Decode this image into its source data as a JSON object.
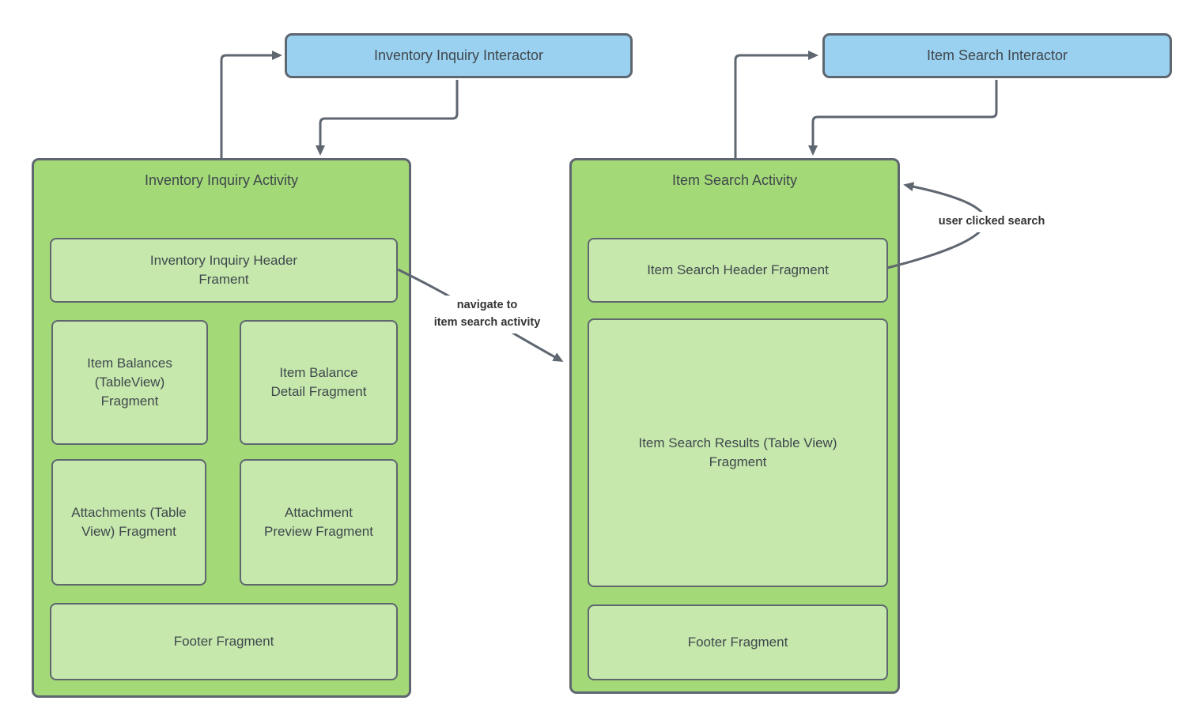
{
  "diagram": {
    "interactors": [
      {
        "id": "inventory-inquiry-interactor",
        "label": "Inventory Inquiry Interactor"
      },
      {
        "id": "item-search-interactor",
        "label": "Item Search Interactor"
      }
    ],
    "activities": [
      {
        "id": "inventory-inquiry-activity",
        "title": "Inventory Inquiry Activity",
        "fragments": [
          {
            "id": "inventory-inquiry-header-fragment",
            "label": "Inventory Inquiry Header\nFrament"
          },
          {
            "id": "item-balances-tableview-fragment",
            "label": "Item Balances\n(TableView)\nFragment"
          },
          {
            "id": "item-balance-detail-fragment",
            "label": "Item Balance\nDetail Fragment"
          },
          {
            "id": "attachments-table-view-fragment",
            "label": "Attachments (Table\nView) Fragment"
          },
          {
            "id": "attachment-preview-fragment",
            "label": "Attachment\nPreview Fragment"
          },
          {
            "id": "footer-fragment-left",
            "label": "Footer Fragment"
          }
        ]
      },
      {
        "id": "item-search-activity",
        "title": "Item Search Activity",
        "fragments": [
          {
            "id": "item-search-header-fragment",
            "label": "Item Search Header Fragment"
          },
          {
            "id": "item-search-results-fragment",
            "label": "Item Search Results (Table View)\nFragment"
          },
          {
            "id": "footer-fragment-right",
            "label": "Footer Fragment"
          }
        ]
      }
    ],
    "edge_labels": [
      {
        "id": "navigate-label",
        "text": "navigate to\nitem search activity"
      },
      {
        "id": "user-clicked-label",
        "text": "user clicked search"
      }
    ],
    "colors": {
      "background": "#ffffff",
      "interactor_fill": "#9ad1f0",
      "activity_fill": "#a3d977",
      "fragment_fill": "#c6e8ac",
      "border": "#5e6670",
      "arrow": "#5e6670",
      "text": "#3f474d",
      "label_text": "#333333"
    }
  }
}
